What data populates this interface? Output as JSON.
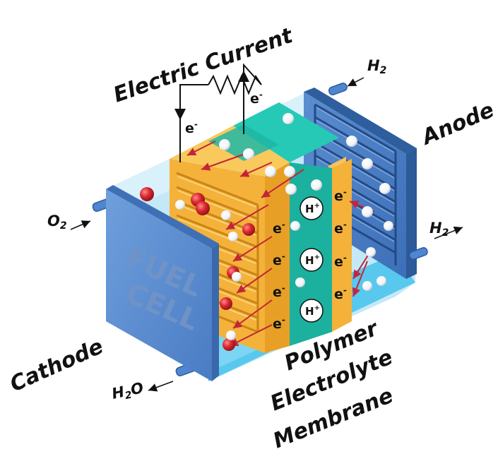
{
  "labels": {
    "electric_current": "Electric Current",
    "anode": "Anode",
    "cathode": "Cathode",
    "membrane_line1": "Polymer",
    "membrane_line2": "Electrolyte",
    "membrane_line3": "Membrane",
    "fuel": "FUEL",
    "cell": "CELL",
    "o2_base": "O",
    "o2_sub": "2",
    "h2_in_base": "H",
    "h2_in_sub": "2",
    "h2_out_base": "H",
    "h2_out_sub": "2",
    "h2o_h": "H",
    "h2o_sub": "2",
    "h2o_o": "O",
    "electron_base": "e",
    "electron_sup": "-",
    "proton_base": "H",
    "proton_sup": "+"
  },
  "colors": {
    "cathode_plate": "#5b8fd3",
    "anode_plate": "#4a7fc9",
    "electrode": "#f4b23a",
    "membrane": "#1fb7a5",
    "water": "#7fd3f0",
    "oxygen": "#d9262e",
    "electron_arrow": "#c2253a"
  }
}
